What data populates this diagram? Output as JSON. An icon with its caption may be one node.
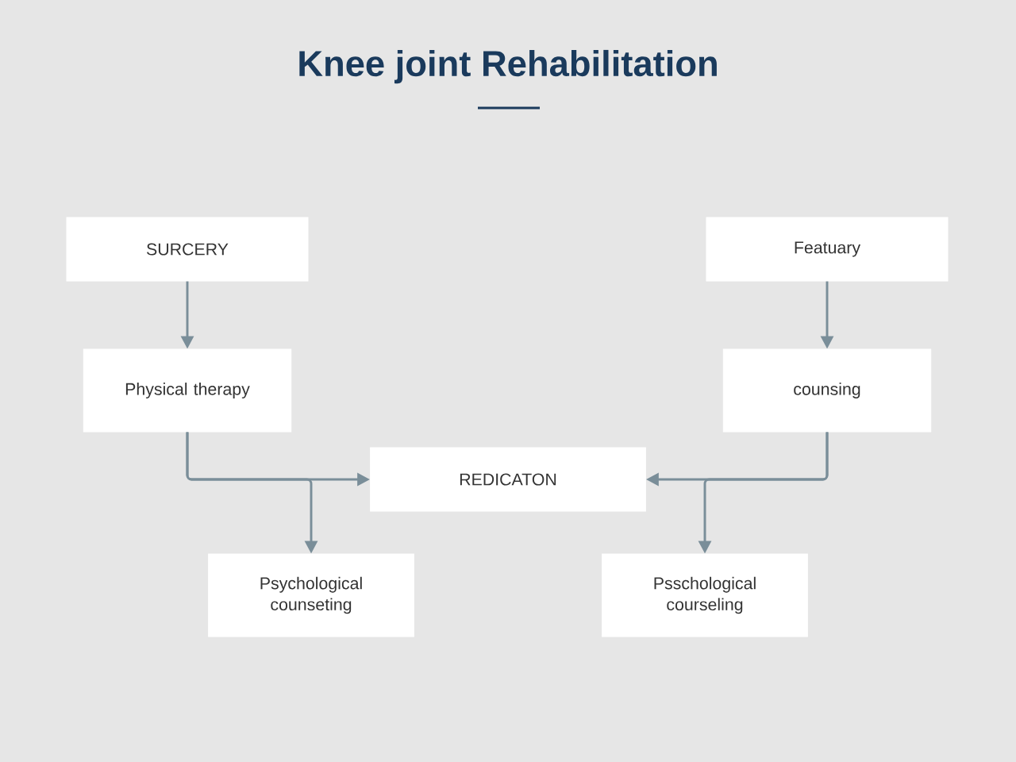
{
  "diagram": {
    "title": "Knee joint Rehabilitation",
    "nodes": [
      {
        "text": [
          "SURCERY"
        ]
      },
      {
        "text": [
          "Featuary"
        ]
      },
      {
        "text": [
          "Physical therapy"
        ]
      },
      {
        "text": [
          "counsing"
        ]
      },
      {
        "text": [
          "REDICATON"
        ]
      },
      {
        "text": [
          "Psychological counseting"
        ]
      },
      {
        "text": [
          "Psschological courseling"
        ]
      }
    ],
    "edges": [
      {
        "from": 0,
        "to": 2,
        "arrow": "to"
      },
      {
        "from": 1,
        "to": 3,
        "arrow": "to"
      },
      {
        "from": 2,
        "to": 4,
        "arrow": "to"
      },
      {
        "from": 2,
        "to": 5,
        "arrow": "to"
      },
      {
        "from": 3,
        "to": 4,
        "arrow": "to"
      },
      {
        "from": 3,
        "to": 6,
        "arrow": "to"
      }
    ]
  }
}
